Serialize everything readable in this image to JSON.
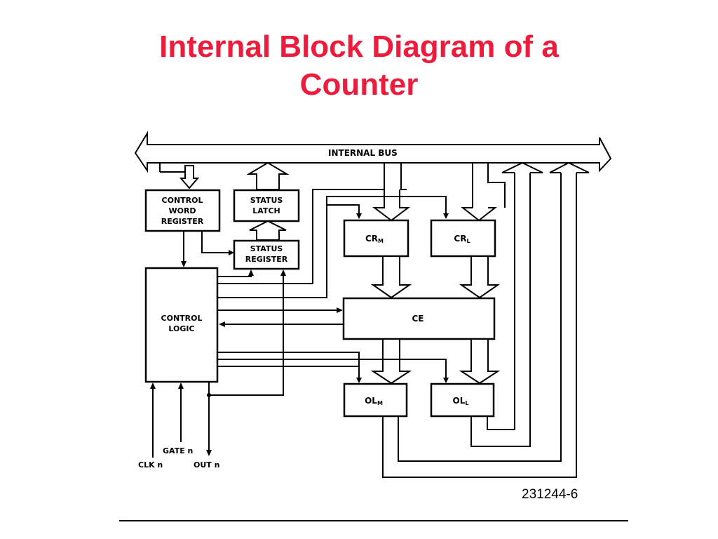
{
  "slide": {
    "title_line1": "Internal Block Diagram of a",
    "title_line2": "Counter",
    "title_color": "#ee1c3c"
  },
  "diagram": {
    "bus_label": "INTERNAL BUS",
    "control_word_register": [
      "CONTROL",
      "WORD",
      "REGISTER"
    ],
    "status_latch": [
      "STATUS",
      "LATCH"
    ],
    "status_register": [
      "STATUS",
      "REGISTER"
    ],
    "control_logic": [
      "CONTROL",
      "LOGIC"
    ],
    "cr_m": {
      "base": "CR",
      "sub": "M"
    },
    "cr_l": {
      "base": "CR",
      "sub": "L"
    },
    "ce": "CE",
    "ol_m": {
      "base": "OL",
      "sub": "M"
    },
    "ol_l": {
      "base": "OL",
      "sub": "L"
    },
    "gate": "GATE n",
    "clk": "CLK n",
    "out": "OUT n",
    "figure_number": "231244-6"
  }
}
